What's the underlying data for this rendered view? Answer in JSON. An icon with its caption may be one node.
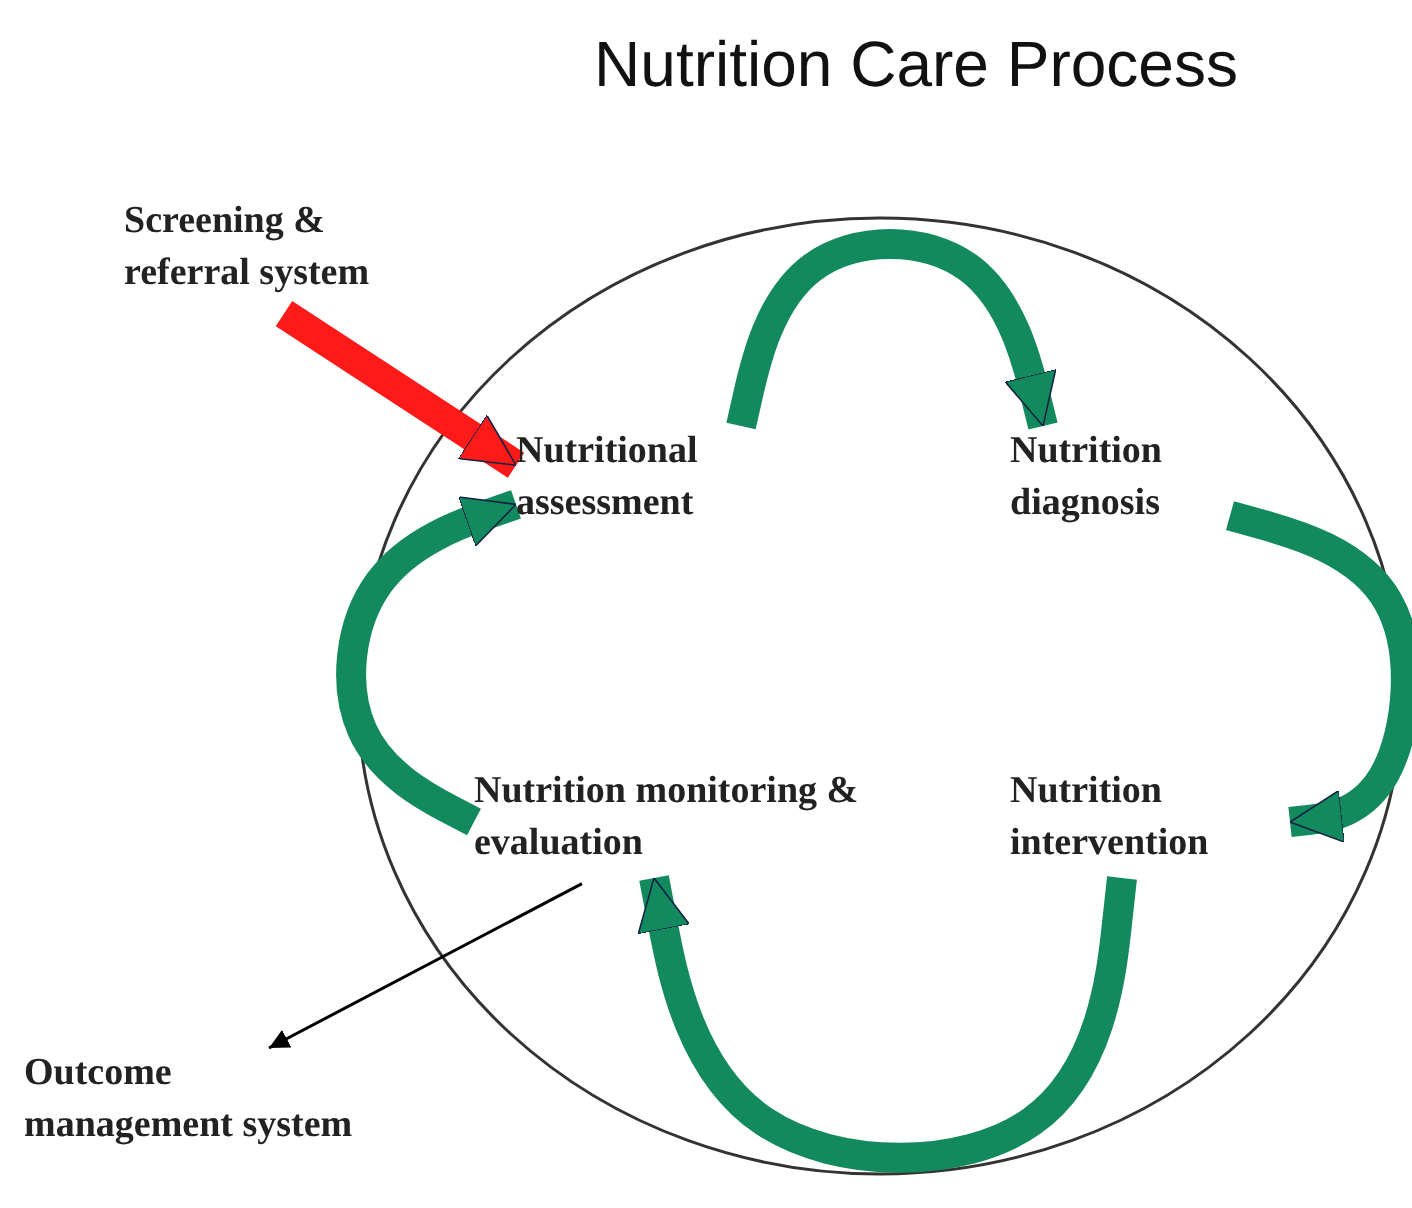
{
  "diagram": {
    "title": "Nutrition Care Process",
    "nodes": [
      {
        "text": [],
        "shape": "circle"
      },
      {
        "text": [
          "Nutritional assessment"
        ],
        "in": 0
      },
      {
        "text": [
          "Nutrition diagnosis"
        ],
        "in": 0
      },
      {
        "text": [
          "Nutrition intervention"
        ],
        "in": 0
      },
      {
        "text": [
          "Nutrition monitoring & evaluation"
        ],
        "in": 0
      },
      {
        "text": [
          "Screening & referral system"
        ]
      },
      {
        "text": [
          "Outcome management system"
        ]
      }
    ],
    "edges": [
      {
        "from": 1,
        "to": 2,
        "arrow": "to"
      },
      {
        "from": 2,
        "to": 3,
        "arrow": "to"
      },
      {
        "from": 3,
        "to": 4,
        "arrow": "to"
      },
      {
        "from": 4,
        "to": 1,
        "arrow": "to"
      },
      {
        "from": 5,
        "to": 1,
        "arrow": "to",
        "color": "#ff1a1a"
      },
      {
        "from": 4,
        "to": 6,
        "arrow": "to",
        "color": "#000000"
      }
    ]
  }
}
